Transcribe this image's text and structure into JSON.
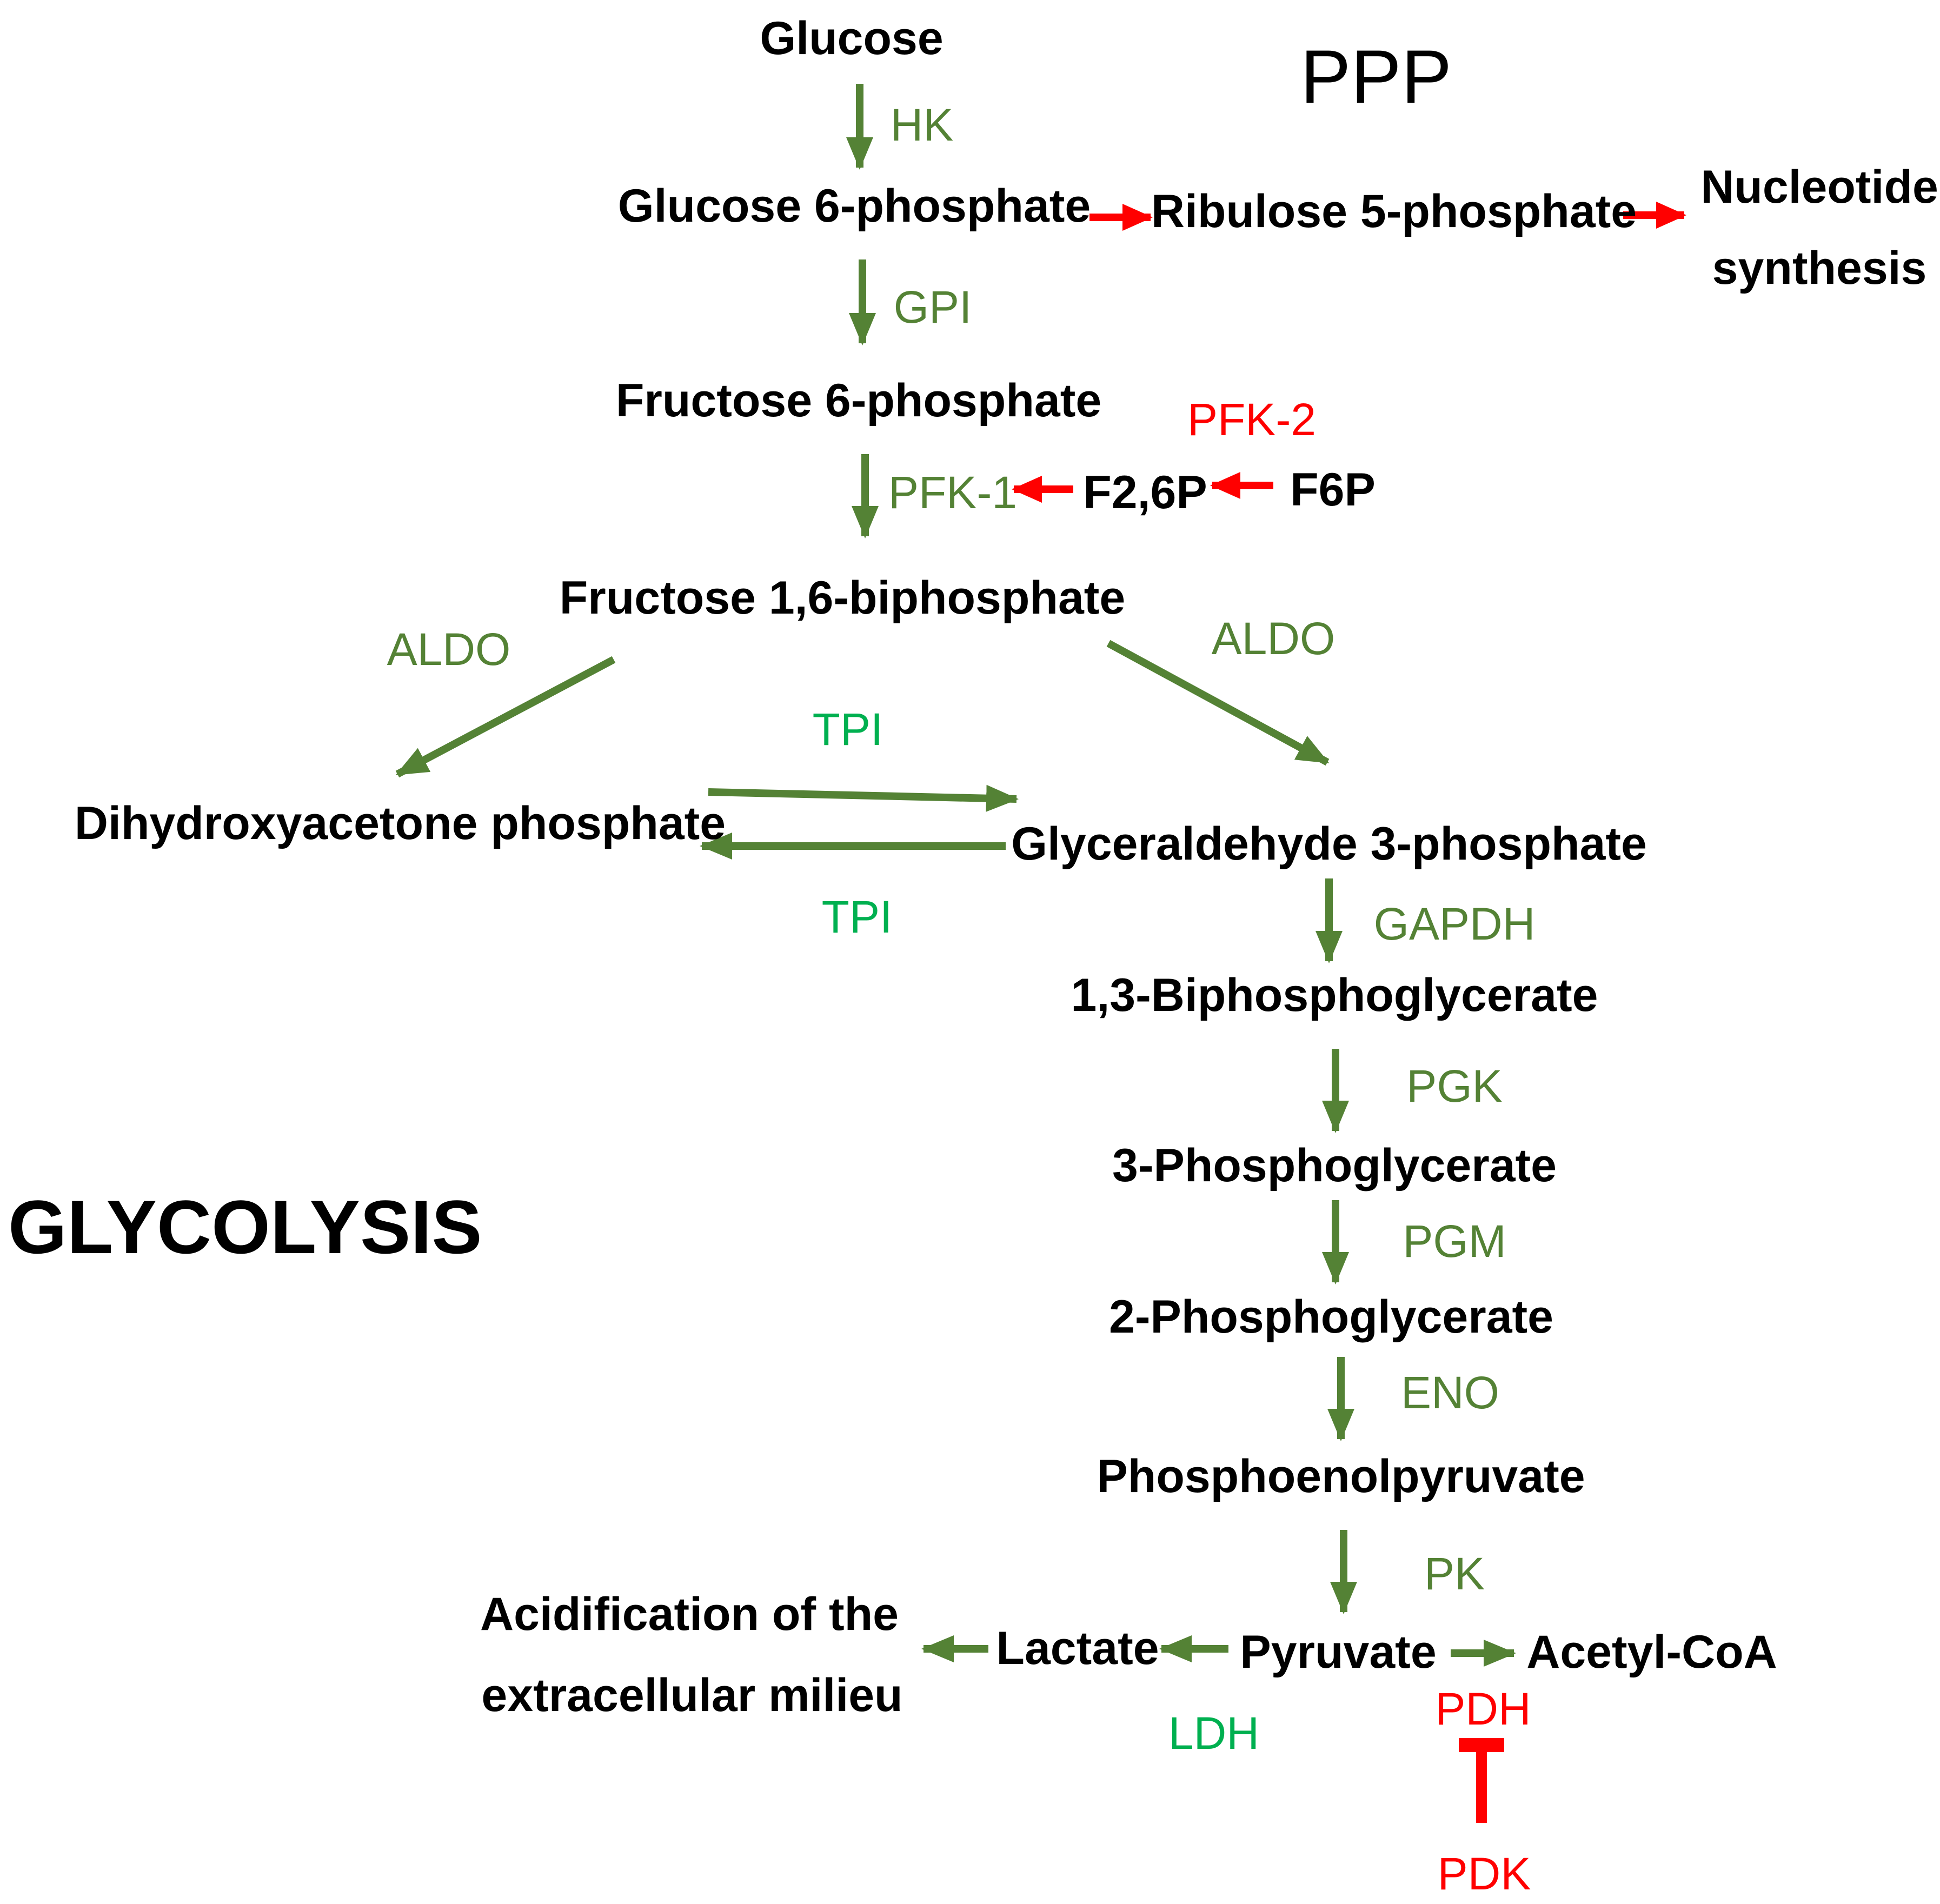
{
  "colors": {
    "pathway_green": "#548235",
    "bright_green": "#00B050",
    "red": "#FF0000",
    "text": "#000000",
    "background": "#FFFFFF"
  },
  "labels": {
    "section_ppp": "PPP",
    "section_glycolysis": "GLYCOLYSIS"
  },
  "metabolites": {
    "glucose": "Glucose",
    "g6p": "Glucose 6-phosphate",
    "ru5p": "Ribulose 5-phosphate",
    "nucleotide_line1": "Nucleotide",
    "nucleotide_line2": "synthesis",
    "f6p": "Fructose 6-phosphate",
    "f26p": "F2,6P",
    "f6p_short": "F6P",
    "f16bp": "Fructose 1,6-biphosphate",
    "dhap": "Dihydroxyacetone phosphate",
    "g3p": "Glyceraldehyde 3-phosphate",
    "bpg13": "1,3-Biphosphoglycerate",
    "pg3": "3-Phosphoglycerate",
    "pg2": "2-Phosphoglycerate",
    "pep": "Phosphoenolpyruvate",
    "pyruvate": "Pyruvate",
    "lactate": "Lactate",
    "acetyl_coa": "Acetyl-CoA",
    "acid_line1": "Acidification of the",
    "acid_line2": "extracellular milieu"
  },
  "enzymes": {
    "hk": "HK",
    "gpi": "GPI",
    "pfk1": "PFK-1",
    "pfk2": "PFK-2",
    "aldo_left": "ALDO",
    "aldo_right": "ALDO",
    "tpi_top": "TPI",
    "tpi_bottom": "TPI",
    "gapdh": "GAPDH",
    "pgk": "PGK",
    "pgm": "PGM",
    "eno": "ENO",
    "pk": "PK",
    "ldh": "LDH",
    "pdh": "PDH",
    "pdk": "PDK"
  }
}
